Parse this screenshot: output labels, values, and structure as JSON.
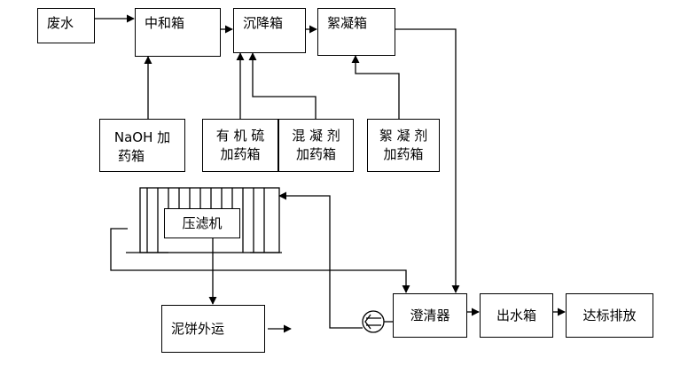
{
  "nodes": {
    "wastewater": "废水",
    "neutralization_tank": "中和箱",
    "settling_tank": "沉降箱",
    "flocculation_tank": "絮凝箱",
    "naoh_dosing": {
      "line1": "NaOH 加",
      "line2": "药箱"
    },
    "organosulfur_dosing": {
      "line1": "有 机 硫",
      "line2": "加药箱"
    },
    "coagulant_dosing": {
      "line1": "混 凝 剂",
      "line2": "加药箱"
    },
    "flocculant_dosing": {
      "line1": "絮 凝 剂",
      "line2": "加药箱"
    },
    "filter_press": "压滤机",
    "sludge_cake": "泥饼外运",
    "clarifier": "澄清器",
    "effluent_tank": "出水箱",
    "discharge": "达标排放"
  }
}
